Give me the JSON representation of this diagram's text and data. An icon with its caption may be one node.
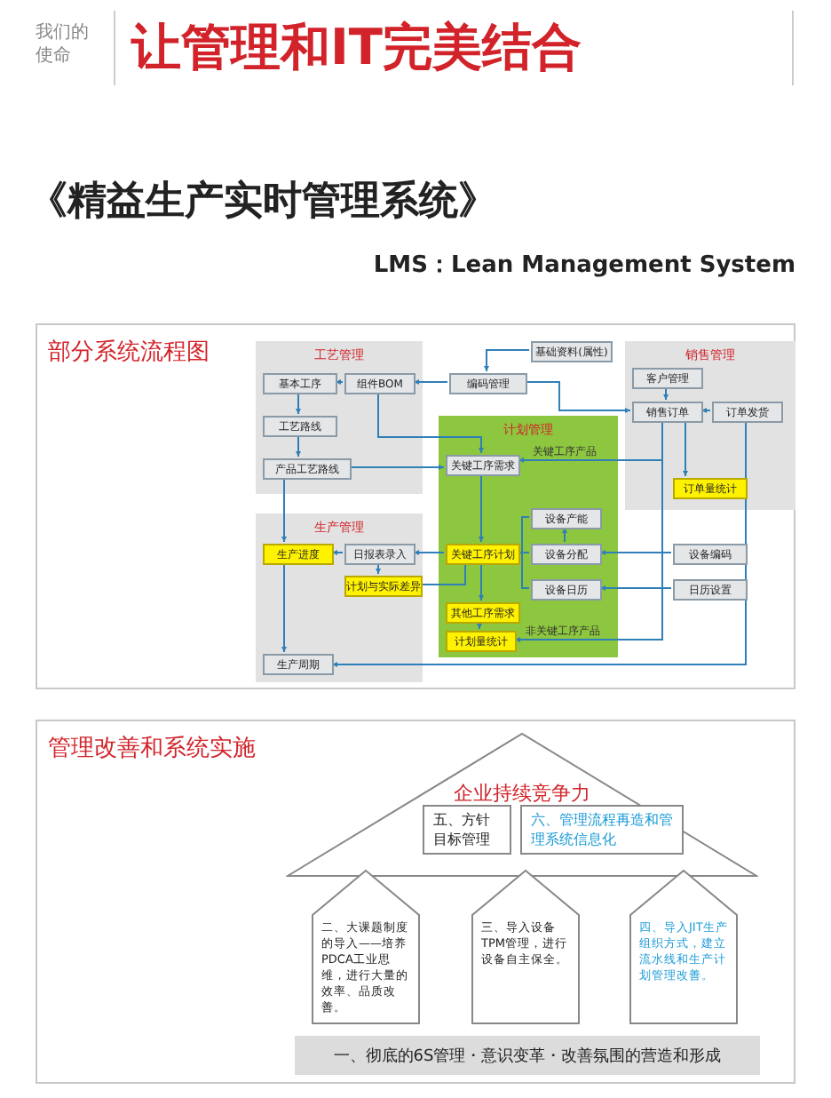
{
  "diagram": {
    "title": "让管理和IT完美结合",
    "labels": [
      "我们的使命",
      "《精益生产实时管理系统》",
      "LMS：Lean Management System"
    ],
    "nodes": [
      {
        "text": [
          "部分系统流程图"
        ]
      },
      {
        "text": [
          "工艺管理"
        ],
        "in": 0
      },
      {
        "text": [
          "基本工序"
        ],
        "in": 1
      },
      {
        "text": [
          "组件BOM"
        ],
        "in": 1
      },
      {
        "text": [
          "工艺路线"
        ],
        "in": 1
      },
      {
        "text": [
          "产品工艺路线"
        ],
        "in": 1
      },
      {
        "text": [
          "基础资料(属性)"
        ],
        "in": 0
      },
      {
        "text": [
          "编码管理"
        ],
        "in": 0
      },
      {
        "text": [
          "销售管理"
        ],
        "in": 0
      },
      {
        "text": [
          "客户管理"
        ],
        "in": 8
      },
      {
        "text": [
          "销售订单"
        ],
        "in": 8
      },
      {
        "text": [
          "订单发货"
        ],
        "in": 8
      },
      {
        "text": [
          "订单量统计"
        ],
        "in": 8
      },
      {
        "text": [
          "计划管理"
        ],
        "in": 0
      },
      {
        "text": [
          "关键工序需求"
        ],
        "in": 13
      },
      {
        "text": [
          "设备产能"
        ],
        "in": 13
      },
      {
        "text": [
          "设备分配"
        ],
        "in": 13
      },
      {
        "text": [
          "设备日历"
        ],
        "in": 13
      },
      {
        "text": [
          "关键工序计划"
        ],
        "in": 13
      },
      {
        "text": [
          "其他工序需求"
        ],
        "in": 13
      },
      {
        "text": [
          "计划量统计"
        ],
        "in": 13
      },
      {
        "text": [
          "生产管理"
        ],
        "in": 0
      },
      {
        "text": [
          "生产进度"
        ],
        "in": 21
      },
      {
        "text": [
          "日报表录入"
        ],
        "in": 21
      },
      {
        "text": [
          "计划与实际差异"
        ],
        "in": 21
      },
      {
        "text": [
          "生产周期"
        ],
        "in": 21
      },
      {
        "text": [
          "设备编码"
        ],
        "in": 0
      },
      {
        "text": [
          "日历设置"
        ],
        "in": 0
      },
      {
        "text": [
          "管理改善和系统实施"
        ]
      },
      {
        "text": [
          "企业持续竞争力"
        ],
        "in": 28
      },
      {
        "text": [
          "五、方针目标管理"
        ],
        "in": 29
      },
      {
        "text": [
          "六、管理流程再造和管理系统信息化"
        ],
        "in": 29
      },
      {
        "text": [
          "二、大课题制度的导入——培养PDCA工业思维，进行大量的效率、品质改善。"
        ],
        "in": 28
      },
      {
        "text": [
          "三、导入设备TPM管理，进行设备自主保全。"
        ],
        "in": 28
      },
      {
        "text": [
          "四、导入JIT生产组织方式，建立流水线和生产计划管理改善。"
        ],
        "in": 28
      },
      {
        "text": [
          "一、彻底的6S管理・意识变革・改善氛围的营造和形成"
        ],
        "in": 28
      }
    ],
    "edges": [
      {
        "from": 3,
        "to": 2,
        "arrow": "to"
      },
      {
        "from": 2,
        "to": 4,
        "arrow": "to"
      },
      {
        "from": 4,
        "to": 5,
        "arrow": "to"
      },
      {
        "from": 7,
        "to": 3,
        "arrow": "to"
      },
      {
        "from": 6,
        "to": 7,
        "arrow": "to"
      },
      {
        "from": 7,
        "to": 10,
        "arrow": "to"
      },
      {
        "from": 3,
        "to": 14,
        "arrow": "to"
      },
      {
        "from": 5,
        "to": 14,
        "arrow": "to"
      },
      {
        "from": 10,
        "to": 14,
        "arrow": "to",
        "label": "关键工序产品"
      },
      {
        "from": 10,
        "to": 20,
        "arrow": "to",
        "label": "非关键工序产品"
      },
      {
        "from": 9,
        "to": 10,
        "arrow": "to"
      },
      {
        "from": 11,
        "to": 10,
        "arrow": "to"
      },
      {
        "from": 10,
        "to": 12,
        "arrow": "to"
      },
      {
        "from": 11,
        "to": 25,
        "arrow": "to"
      },
      {
        "from": 14,
        "to": 18,
        "arrow": "to"
      },
      {
        "from": 18,
        "to": 19,
        "arrow": "to"
      },
      {
        "from": 19,
        "to": 20,
        "arrow": "to"
      },
      {
        "from": 16,
        "to": 15,
        "arrow": "to"
      },
      {
        "from": 18,
        "to": 15,
        "arrow": "none"
      },
      {
        "from": 18,
        "to": 16,
        "arrow": "none"
      },
      {
        "from": 18,
        "to": 17,
        "arrow": "none"
      },
      {
        "from": 26,
        "to": 16,
        "arrow": "to"
      },
      {
        "from": 27,
        "to": 17,
        "arrow": "to"
      },
      {
        "from": 18,
        "to": 23,
        "arrow": "to"
      },
      {
        "from": 23,
        "to": 22,
        "arrow": "to"
      },
      {
        "from": 23,
        "to": 24,
        "arrow": "to"
      },
      {
        "from": 24,
        "to": 18,
        "arrow": "none"
      },
      {
        "from": 5,
        "to": 22,
        "arrow": "to"
      },
      {
        "from": 22,
        "to": 25,
        "arrow": "to"
      }
    ]
  }
}
